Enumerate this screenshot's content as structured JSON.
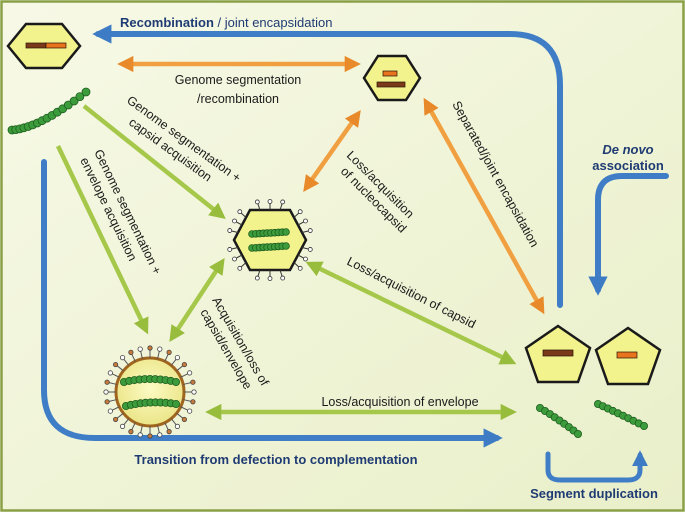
{
  "labels": {
    "recombination_bold": "Recombination",
    "recombination_rest": " / joint encapsidation",
    "genome_seg_recomb_1": "Genome segmentation",
    "genome_seg_recomb_2": "/recombination",
    "genome_seg_capsid_1": "Genome segmentation +",
    "genome_seg_capsid_2": "capsid acquisition",
    "genome_seg_env_1": "Genome segmentation +",
    "genome_seg_env_2": "envelope acquisition",
    "loss_nucleocapsid_1": "Loss/acquisition",
    "loss_nucleocapsid_2": "of nucleocapsid",
    "separated_joint": "Separated/joint encapsidation",
    "de_novo_1": "De novo",
    "de_novo_2": "association",
    "loss_capsid": "Loss/acquisition of capsid",
    "acq_capsid_env_1": "Acquisition/loss of",
    "acq_capsid_env_2": "capsid/envelope",
    "loss_envelope": "Loss/acquisition of envelope",
    "transition": "Transition from defection to complementation",
    "segment_dup": "Segment duplication"
  },
  "colors": {
    "background": "#f3f6dc",
    "border": "#8aa046",
    "capsid_fill": "#f3f38e",
    "blue_arrow": "#4a86c8",
    "orange_arrow": "#f0a040",
    "green_arrow": "#a6c84a",
    "genome_green": "#3a9a3a",
    "segment_brown": "#7a3a1a",
    "segment_orange": "#e8741e"
  }
}
